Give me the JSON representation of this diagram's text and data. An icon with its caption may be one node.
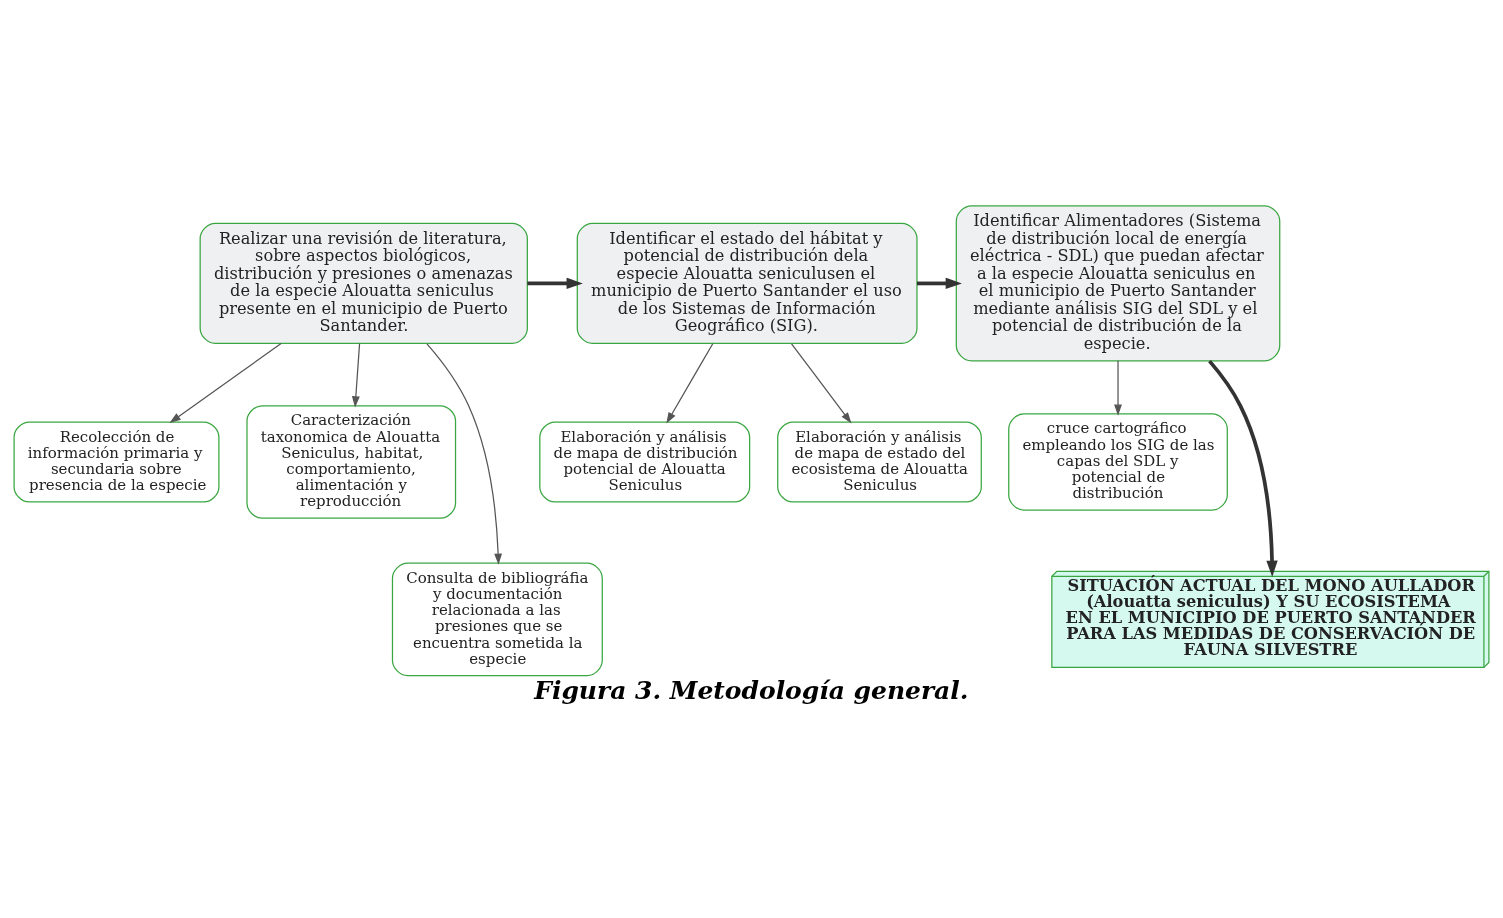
{
  "diagram": {
    "caption": "Figura 3. Metodología general.",
    "nodes": [
      {
        "text": [
          "Realizar una revisión de literatura, sobre aspectos biológicos, distribución y presiones o amenazas de la especie Alouatta seniculus presente en el municipio de Puerto Santander."
        ]
      },
      {
        "text": [
          "Identificar el estado del hábitat y potencial de distribución dela especie Alouatta seniculusen el municipio de Puerto Santander el uso de los Sistemas de Información Geográfico (SIG)."
        ]
      },
      {
        "text": [
          "Identificar Alimentadores (Sistema de distribución local de energía eléctrica - SDL) que puedan afectar a la especie Alouatta seniculus en el municipio de Puerto Santander mediante análisis SIG del SDL y el potencial de distribución de la especie."
        ]
      },
      {
        "text": [
          "Recolección de información primaria y secundaria sobre presencia de la especie"
        ]
      },
      {
        "text": [
          "Caracterización taxonomica de Alouatta Seniculus, habitat, comportamiento, alimentación y reproducción"
        ]
      },
      {
        "text": [
          "Consulta de bibliográfia y documentación relacionada a las presiones que se encuentra sometida la especie"
        ]
      },
      {
        "text": [
          "Elaboración y análisis de mapa de distribución potencial de Alouatta Seniculus"
        ]
      },
      {
        "text": [
          "Elaboración y análisis de mapa de estado del ecosistema de Alouatta Seniculus"
        ]
      },
      {
        "text": [
          "cruce cartográfico empleando los SIG de las capas del SDL y potencial de distribución"
        ]
      },
      {
        "text": [
          "SITUACIÓN ACTUAL DEL MONO AULLADOR (Alouatta seniculus) Y SU ECOSISTEMA EN EL MUNICIPIO DE PUERTO SANTANDER PARA LAS MEDIDAS DE CONSERVACIÓN DE FAUNA SILVESTRE"
        ]
      }
    ],
    "edges": [
      {
        "from": 0,
        "to": 1,
        "arrow": "to",
        "style": "thick"
      },
      {
        "from": 1,
        "to": 2,
        "arrow": "to",
        "style": "thick"
      },
      {
        "from": 0,
        "to": 3,
        "arrow": "to"
      },
      {
        "from": 0,
        "to": 4,
        "arrow": "to"
      },
      {
        "from": 0,
        "to": 5,
        "arrow": "to"
      },
      {
        "from": 1,
        "to": 6,
        "arrow": "to"
      },
      {
        "from": 1,
        "to": 7,
        "arrow": "to"
      },
      {
        "from": 2,
        "to": 8,
        "arrow": "to"
      },
      {
        "from": 2,
        "to": 9,
        "arrow": "to",
        "style": "thick"
      }
    ]
  }
}
